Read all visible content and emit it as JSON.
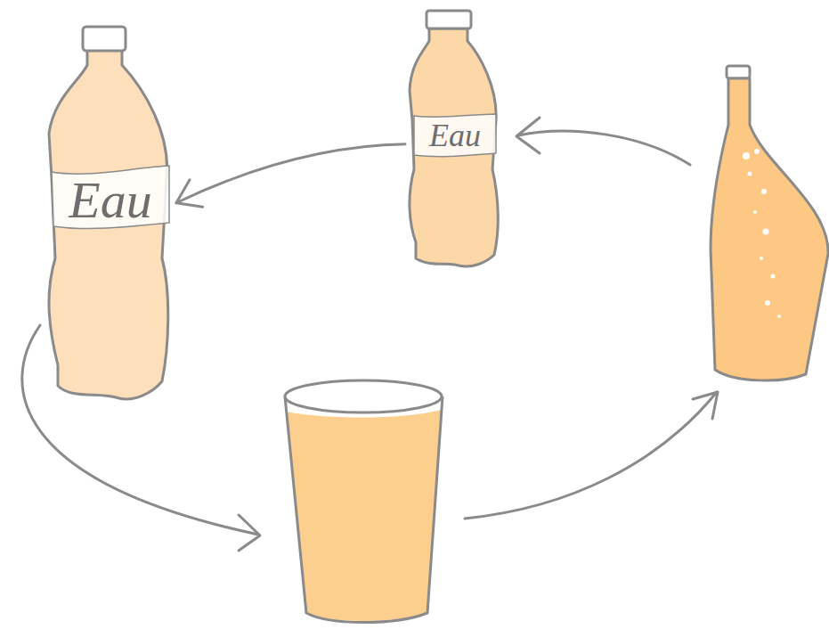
{
  "diagram": {
    "nodes": [
      {
        "text": [
          "Eau"
        ]
      },
      {
        "text": [
          "Eau"
        ]
      }
    ],
    "edges": [
      {
        "from": 1,
        "to": 0,
        "arrow": "to"
      }
    ]
  }
}
